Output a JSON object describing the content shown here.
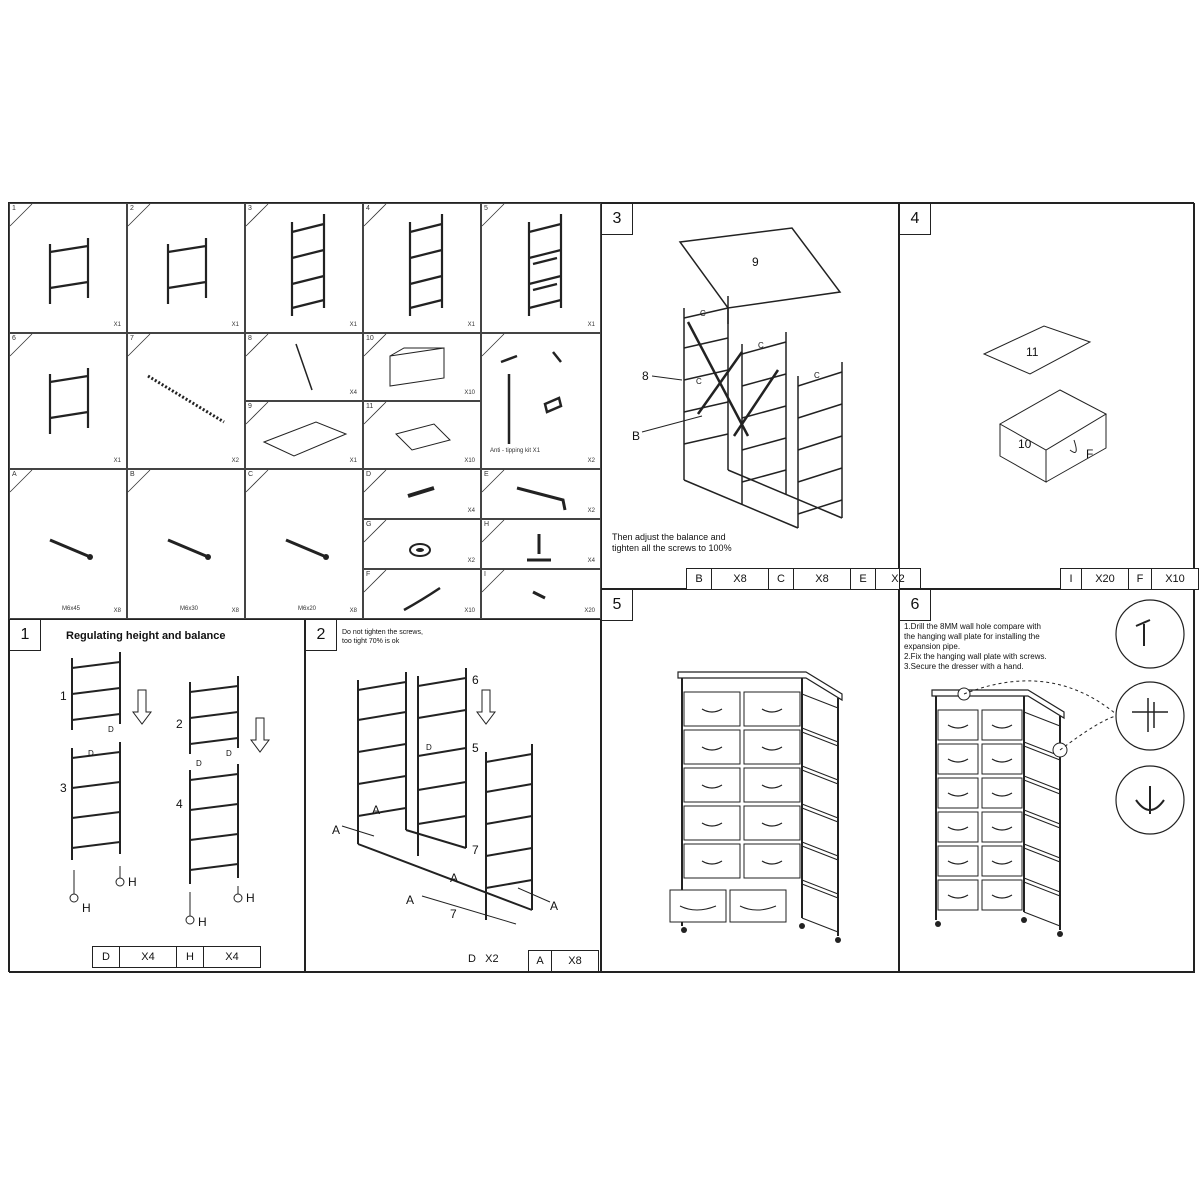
{
  "parts": {
    "p1": {
      "num": "1",
      "code": "X1"
    },
    "p2": {
      "num": "2",
      "code": "X1"
    },
    "p3": {
      "num": "3",
      "code": "X1"
    },
    "p4": {
      "num": "4",
      "code": "X1"
    },
    "p5": {
      "num": "5",
      "code": "X1"
    },
    "p6": {
      "num": "6",
      "code": "X1"
    },
    "p7": {
      "num": "7",
      "code": "X2"
    },
    "p8": {
      "num": "8",
      "code": "X4"
    },
    "p9": {
      "num": "9",
      "code": "X1"
    },
    "p10": {
      "num": "10",
      "code": "X10"
    },
    "p11": {
      "num": "11",
      "code": "X10"
    },
    "p12": {
      "num": "",
      "code": "X2",
      "caption": "Anti - tipping kit X1"
    },
    "pA": {
      "num": "A",
      "code": "X8",
      "spec": "M6x45"
    },
    "pB": {
      "num": "B",
      "code": "X8",
      "spec": "M6x30"
    },
    "pC": {
      "num": "C",
      "code": "X8",
      "spec": "M6x20"
    },
    "pD": {
      "num": "D",
      "code": "X4"
    },
    "pE": {
      "num": "E",
      "code": "X2"
    },
    "pG": {
      "num": "G",
      "code": "X2"
    },
    "pH": {
      "num": "H",
      "code": "X4"
    },
    "pF": {
      "num": "F",
      "code": "X10"
    },
    "pI": {
      "num": "I",
      "code": "X20"
    }
  },
  "steps": {
    "s1": {
      "num": "1",
      "title": "Regulating height and balance",
      "legend": [
        {
          "k": "D",
          "v": "X4"
        },
        {
          "k": "H",
          "v": "X4"
        }
      ],
      "labels": {
        "a": "1",
        "b": "2",
        "c": "3",
        "d": "4",
        "d1": "D",
        "d2": "D",
        "d3": "D",
        "d4": "D",
        "h1": "H",
        "h2": "H",
        "h3": "H",
        "h4": "H"
      }
    },
    "s2": {
      "num": "2",
      "note": [
        "Do not tighten the screws,",
        "too tight 70% is ok"
      ],
      "legend": [
        {
          "k": "D",
          "v": "X2"
        },
        {
          "k": "A",
          "v": "X8"
        }
      ],
      "labels": {
        "six": "6",
        "five": "5",
        "seven1": "7",
        "seven2": "7",
        "a1": "A",
        "a2": "A",
        "a3": "A",
        "a4": "A",
        "a5": "A",
        "d1": "D"
      }
    },
    "s3": {
      "num": "3",
      "note": [
        "Then adjust the balance and",
        "tighten all  the screws to 100%"
      ],
      "legend": [
        {
          "k": "B",
          "v": "X8"
        },
        {
          "k": "C",
          "v": "X8"
        },
        {
          "k": "E",
          "v": "X2"
        }
      ],
      "labels": {
        "nine": "9",
        "eight": "8",
        "b": "B",
        "c1": "C",
        "c2": "C",
        "c3": "C",
        "c4": "C"
      }
    },
    "s4": {
      "num": "4",
      "legend": [
        {
          "k": "I",
          "v": "X20"
        },
        {
          "k": "F",
          "v": "X10"
        }
      ],
      "labels": {
        "eleven": "11",
        "ten": "10",
        "f": "F"
      }
    },
    "s5": {
      "num": "5"
    },
    "s6": {
      "num": "6",
      "note": [
        "1.Drill the 8MM wall hole compare with",
        "the hanging wall plate for installing the",
        "expansion pipe.",
        "2.Fix the hanging wall plate with screws.",
        "3.Secure the dresser with a hand."
      ]
    }
  }
}
